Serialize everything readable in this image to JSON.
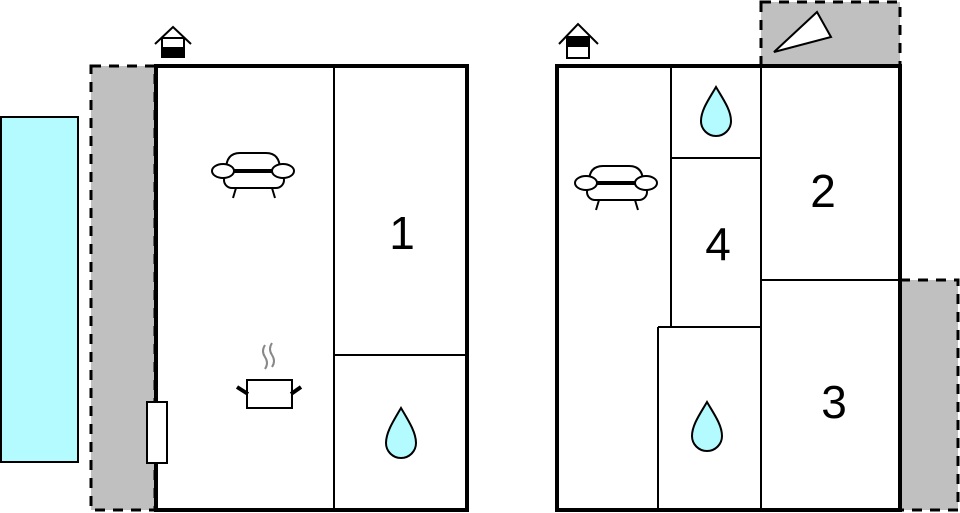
{
  "colors": {
    "wall": "#000000",
    "terrace": "#c0c0c0",
    "pool": "#b3fbff",
    "water": "#b3fbff",
    "floor": "#ffffff"
  },
  "floors": [
    {
      "name": "ground-floor",
      "icon": "house-entrance-ground-icon",
      "rooms": [
        {
          "name": "living-kitchen",
          "label": "",
          "icons": [
            "sofa-icon",
            "cooking-pot-icon"
          ]
        },
        {
          "name": "bedroom-1",
          "label": "1",
          "icons": []
        },
        {
          "name": "bathroom",
          "label": "",
          "icons": [
            "water-drop-icon"
          ]
        }
      ],
      "extras": [
        "terrace",
        "pool",
        "door"
      ]
    },
    {
      "name": "upper-floor",
      "icon": "house-entrance-upper-icon",
      "rooms": [
        {
          "name": "living-room",
          "label": "",
          "icons": [
            "sofa-icon"
          ]
        },
        {
          "name": "bathroom-upper",
          "label": "",
          "icons": [
            "water-drop-icon"
          ]
        },
        {
          "name": "bedroom-4",
          "label": "4",
          "icons": []
        },
        {
          "name": "bathroom-lower",
          "label": "",
          "icons": [
            "water-drop-icon"
          ]
        },
        {
          "name": "bedroom-2",
          "label": "2",
          "icons": []
        },
        {
          "name": "bedroom-3",
          "label": "3",
          "icons": []
        }
      ],
      "extras": [
        "balcony-top",
        "balcony-right",
        "compass-arrow"
      ]
    }
  ],
  "labels": {
    "room1": "1",
    "room2": "2",
    "room3": "3",
    "room4": "4"
  }
}
